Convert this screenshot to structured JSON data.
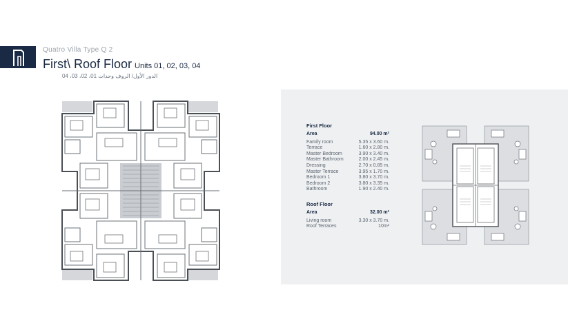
{
  "header": {
    "subtitle": "Quatro Villa Type Q 2",
    "title": "First\\ Roof Floor",
    "units": "Units 01, 02, 03, 04",
    "arabic": "الدور الأول/ الروف وحدات 01، 02، 03، 04"
  },
  "first_floor": {
    "heading": "First Floor",
    "area_label": "Area",
    "area_value": "94.00 m²",
    "rooms": [
      {
        "name": "Family room",
        "size": "5.35 x 3.60 m."
      },
      {
        "name": "Terrace",
        "size": "1.60 x 2.80 m."
      },
      {
        "name": "Master Bedroom",
        "size": "3.90 x 3.40 m."
      },
      {
        "name": "Master Bathroom",
        "size": "2.00 x 2.45 m."
      },
      {
        "name": "Dressing",
        "size": "2.70 x 0.85 m."
      },
      {
        "name": "Master Terrace",
        "size": "3.95 x 1.70 m."
      },
      {
        "name": "Bedroom 1",
        "size": "3.80 x 3.70 m."
      },
      {
        "name": "Bedroom 2",
        "size": "3.80 x 3.35 m."
      },
      {
        "name": "Bathroom",
        "size": "1.90 x 2.40 m."
      }
    ]
  },
  "roof_floor": {
    "heading": "Roof Floor",
    "area_label": "Area",
    "area_value": "32.00 m²",
    "rooms": [
      {
        "name": "Living room",
        "size": "3.30 x 3.70 m."
      },
      {
        "name": "Roof Terraces",
        "size": "10m²"
      }
    ]
  },
  "colors": {
    "navy": "#1b2a44",
    "panel": "#eef0f2",
    "wall": "#4a4f55"
  }
}
